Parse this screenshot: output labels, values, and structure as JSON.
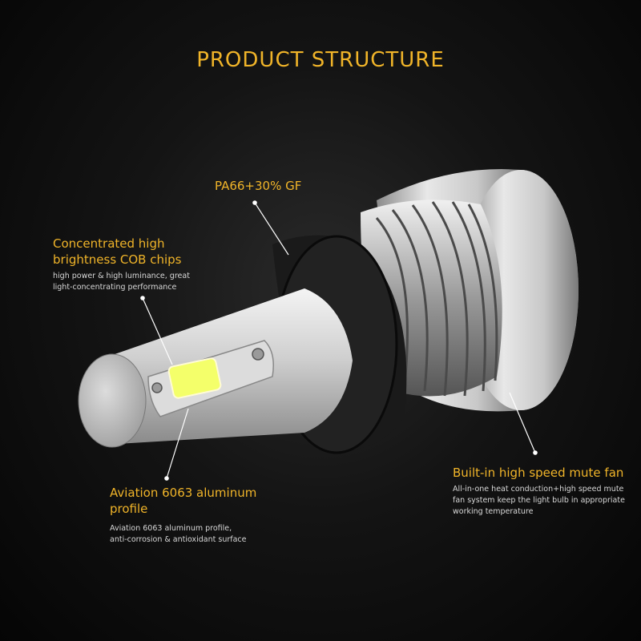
{
  "title": "PRODUCT STRUCTURE",
  "colors": {
    "accent": "#f0b429",
    "text_light": "#d8d8d8",
    "background": "#0b0b0b"
  },
  "callouts": {
    "housing": {
      "label": "PA66+30% GF"
    },
    "chips": {
      "label_line1": "Concentrated high",
      "label_line2": "brightness COB chips",
      "desc_line1": "high power & high luminance, great",
      "desc_line2": "light-concentrating performance"
    },
    "profile": {
      "label_line1": "Aviation 6063 aluminum",
      "label_line2": "profile",
      "desc_line1": "Aviation 6063 aluminum profile,",
      "desc_line2": "anti-corrosion & antioxidant surface"
    },
    "fan": {
      "label": "Built-in high speed mute fan",
      "desc_line1": "All-in-one heat conduction+high speed mute",
      "desc_line2": "fan system keep the light bulb in appropriate",
      "desc_line3": "working temperature"
    }
  }
}
